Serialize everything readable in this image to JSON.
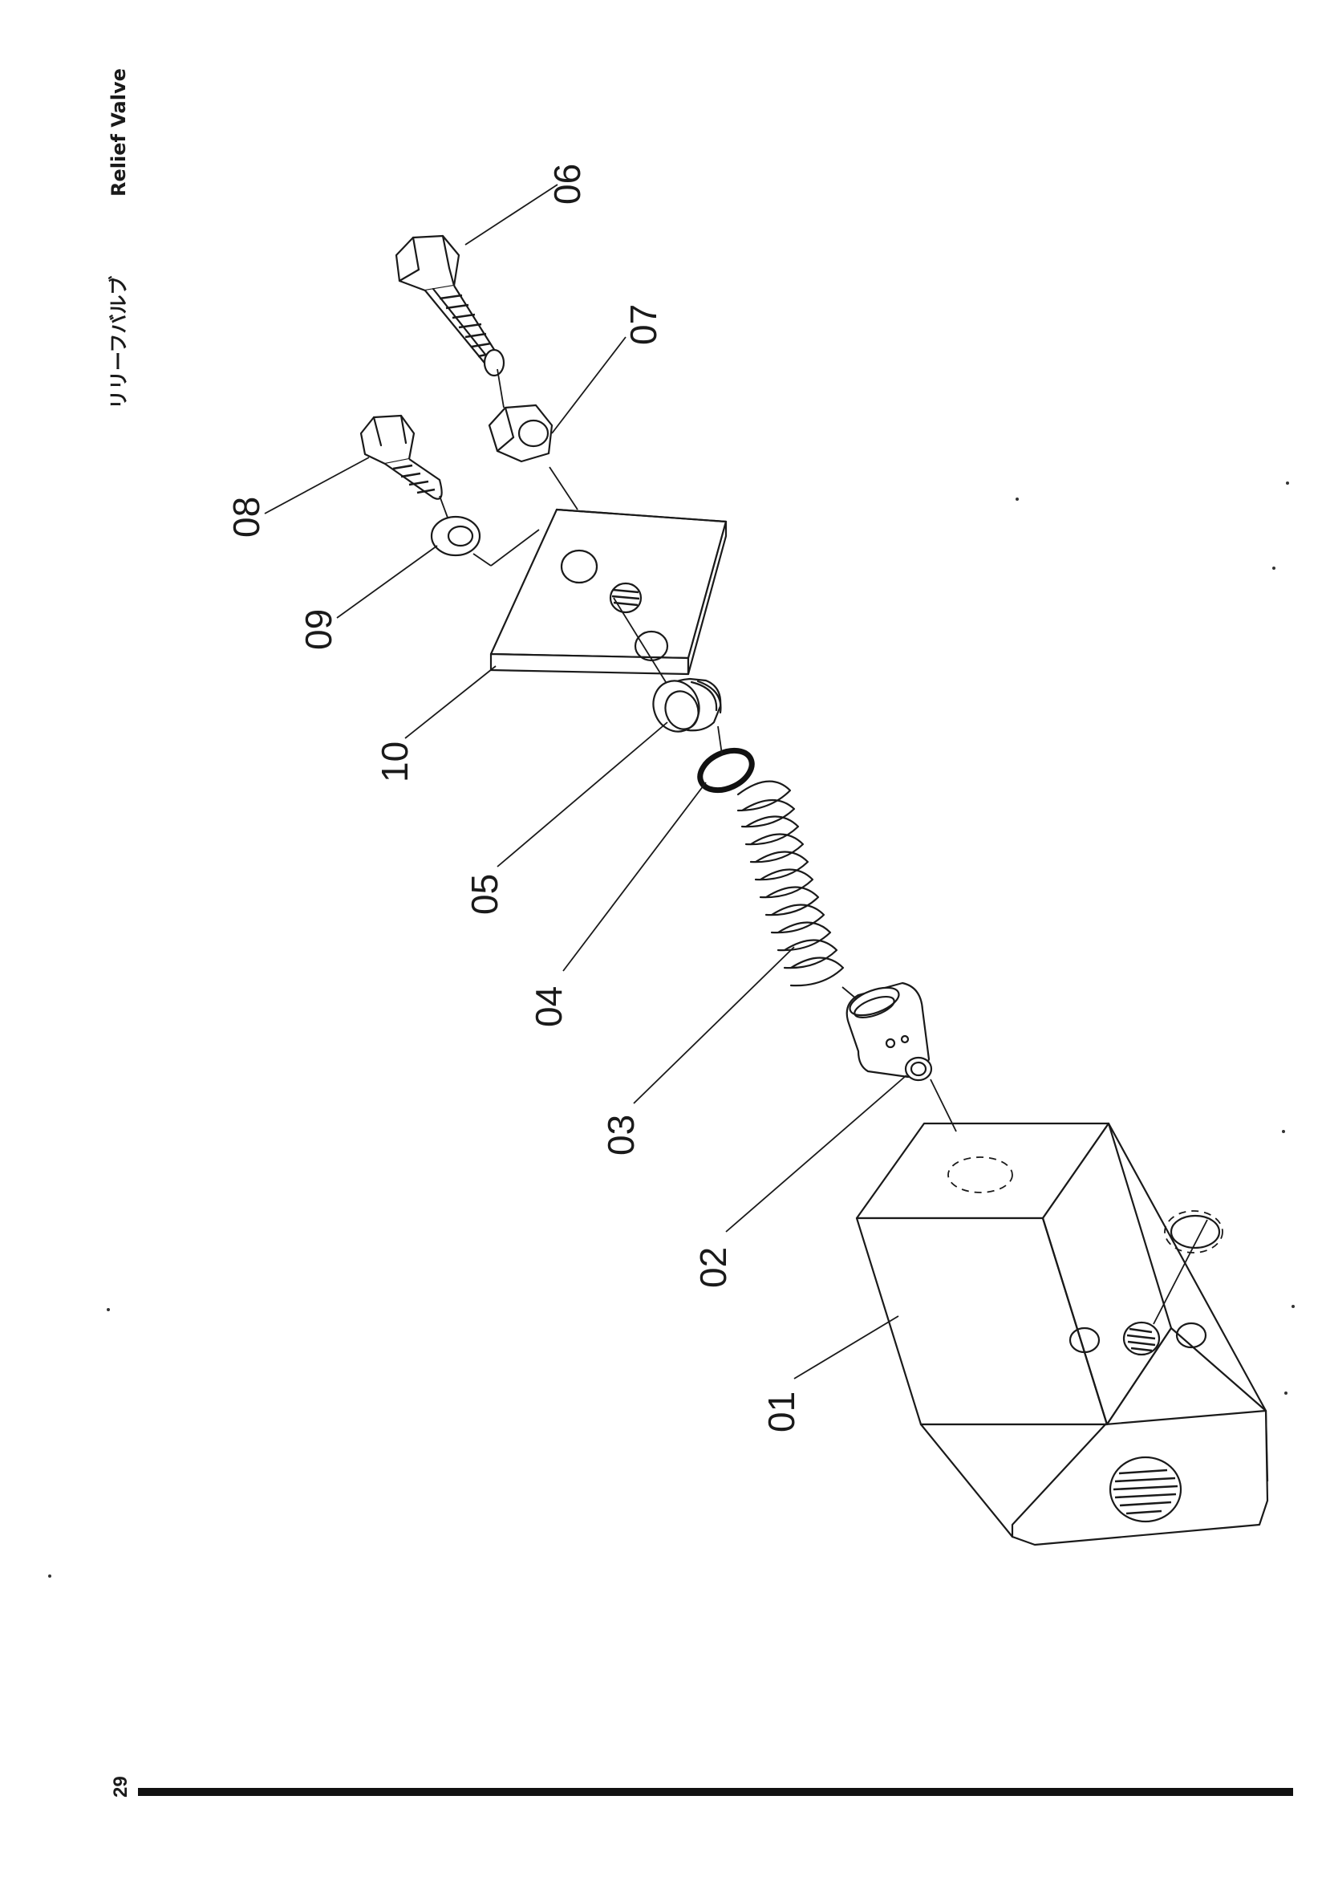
{
  "header": {
    "title_ja": "リリーフバルブ",
    "title_en": "Relief  Valve"
  },
  "page_number": "29",
  "callouts": [
    {
      "id": "01",
      "label": "01"
    },
    {
      "id": "02",
      "label": "02"
    },
    {
      "id": "03",
      "label": "03"
    },
    {
      "id": "04",
      "label": "04"
    },
    {
      "id": "05",
      "label": "05"
    },
    {
      "id": "06",
      "label": "06"
    },
    {
      "id": "07",
      "label": "07"
    },
    {
      "id": "08",
      "label": "08"
    },
    {
      "id": "09",
      "label": "09"
    },
    {
      "id": "10",
      "label": "10"
    }
  ]
}
